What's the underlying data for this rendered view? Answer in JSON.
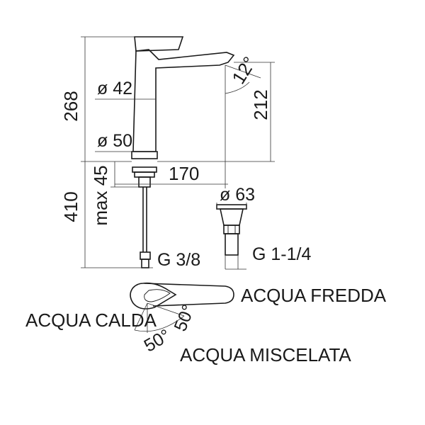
{
  "dimensions": {
    "height_total": "268",
    "spout_height": "212",
    "spout_angle": "12°",
    "diameter_body": "ø 42",
    "diameter_base": "ø 50",
    "spout_reach": "170",
    "max_thickness": "max 45",
    "hose_length": "410",
    "waste_diameter": "ø 63",
    "hose_thread": "G 3/8",
    "waste_thread": "G 1-1/4",
    "lever_angle_left": "50°",
    "lever_angle_right": "50°"
  },
  "labels": {
    "cold": "ACQUA FREDDA",
    "hot": "ACQUA CALDA",
    "mixed": "ACQUA MISCELATA"
  }
}
